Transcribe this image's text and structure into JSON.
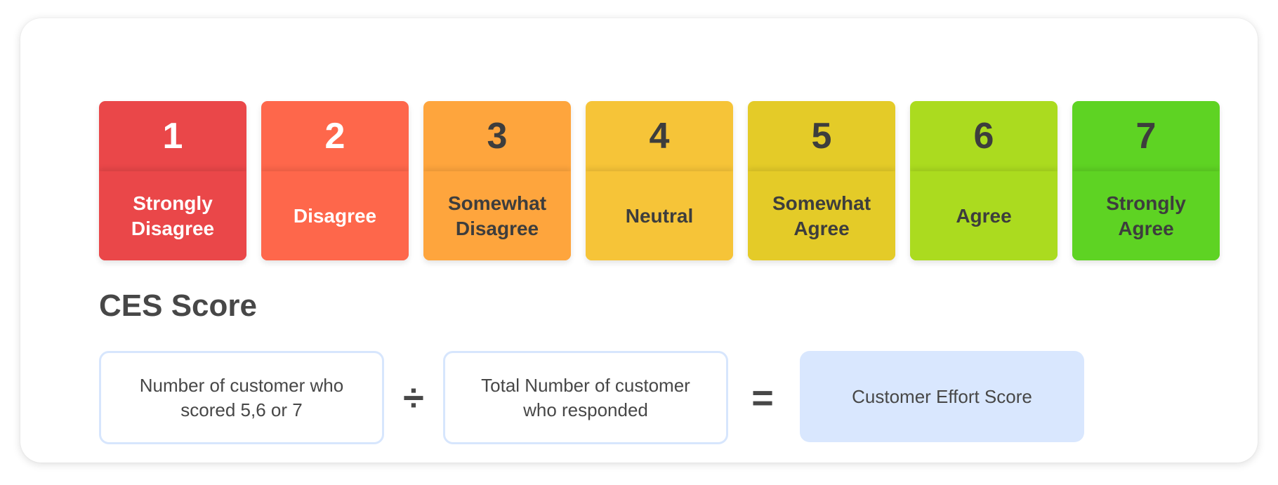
{
  "scale": [
    {
      "number": "1",
      "label": "Strongly\nDisagree",
      "color": "#ea4749",
      "text_tone": "light"
    },
    {
      "number": "2",
      "label": "Disagree",
      "color": "#fe674b",
      "text_tone": "light"
    },
    {
      "number": "3",
      "label": "Somewhat\nDisagree",
      "color": "#fea53d",
      "text_tone": "dark"
    },
    {
      "number": "4",
      "label": "Neutral",
      "color": "#f6c438",
      "text_tone": "dark"
    },
    {
      "number": "5",
      "label": "Somewhat\nAgree",
      "color": "#e4cb28",
      "text_tone": "dark"
    },
    {
      "number": "6",
      "label": "Agree",
      "color": "#abdb1f",
      "text_tone": "dark"
    },
    {
      "number": "7",
      "label": "Strongly\nAgree",
      "color": "#5ed323",
      "text_tone": "dark"
    }
  ],
  "ces": {
    "title": "CES Score",
    "numerator": "Number of customer who\nscored 5,6 or 7",
    "divide_symbol": "÷",
    "denominator": "Total Number of customer\nwho responded",
    "equals_symbol": "=",
    "result": "Customer Effort Score"
  },
  "colors": {
    "box_border": "#d7e6fd",
    "result_background": "#d9e7fe",
    "text": "#474747"
  }
}
